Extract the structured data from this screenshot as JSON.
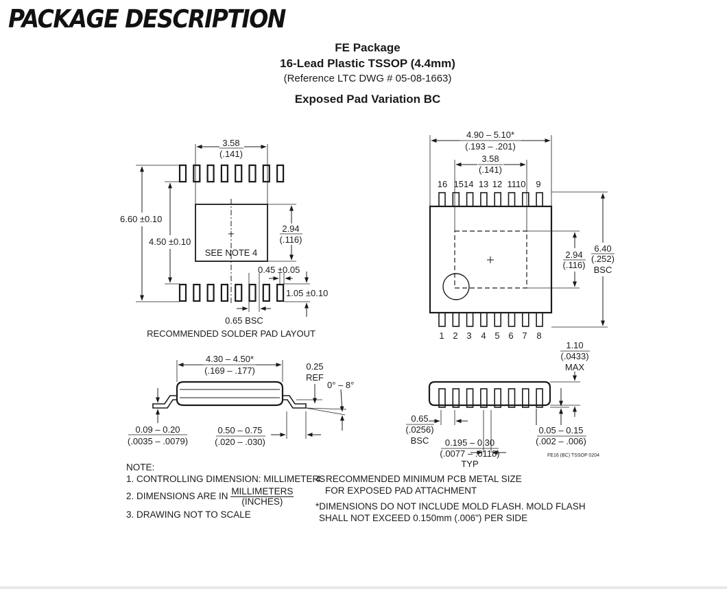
{
  "page_title": "PACKAGE DESCRIPTION",
  "header": {
    "package": "FE Package",
    "lead": "16-Lead Plastic TSSOP (4.4mm)",
    "reference": "(Reference LTC DWG # 05-08-1663)",
    "variation": "Exposed Pad Variation BC"
  },
  "solder_layout": {
    "caption": "RECOMMENDED SOLDER PAD LAYOUT",
    "dim_width_mm": "3.58",
    "dim_width_in": "(.141)",
    "dim_660": "6.60 ±0.10",
    "dim_450": "4.50 ±0.10",
    "dim_pad_mm": "2.94",
    "dim_pad_in": "(.116)",
    "see_note": "SEE NOTE 4",
    "dim_pad_width": "0.45 ±0.05",
    "dim_pad_length": "1.05 ±0.10",
    "dim_pitch": "0.65 BSC"
  },
  "top_view": {
    "dim_len_mm": "4.90 – 5.10*",
    "dim_len_in": "(.193 – .201)",
    "dim_pad_mm": "3.58",
    "dim_pad_in": "(.141)",
    "pin_top_labels": [
      "16",
      "1514",
      "13",
      "12",
      "1110",
      "9"
    ],
    "pin_bottom_labels": [
      "1",
      "2",
      "3",
      "4",
      "5",
      "6",
      "7",
      "8"
    ],
    "dim_epad_mm": "2.94",
    "dim_epad_in": "(.116)",
    "dim_width_mm": "6.40",
    "dim_width_in": "(.252)",
    "dim_width_bsc": "BSC"
  },
  "side_view": {
    "dim_body_mm": "4.30 – 4.50*",
    "dim_body_in": "(.169 – .177)",
    "ref_val": "0.25",
    "ref_label": "REF",
    "angle": "0° – 8°",
    "lead_thk_mm": "0.09 – 0.20",
    "lead_thk_in": "(.0035 – .0079)",
    "foot_mm": "0.50 – 0.75",
    "foot_in": "(.020 – .030)"
  },
  "end_view": {
    "height_mm": "1.10",
    "height_in": "(.0433)",
    "height_max": "MAX",
    "pitch_mm": "0.65",
    "pitch_in": "(.0256)",
    "pitch_bsc": "BSC",
    "lead_w_mm": "0.195 – 0.30",
    "lead_w_in": "(.0077 – .0118)",
    "lead_w_typ": "TYP",
    "standoff_mm": "0.05 – 0.15",
    "standoff_in": "(.002 – .006)",
    "drawing_id": "FE16 (BC) TSSOP 0204"
  },
  "notes": {
    "title": "NOTE:",
    "n1": "1. CONTROLLING DIMENSION: MILLIMETERS",
    "n2_prefix": "2. DIMENSIONS ARE IN",
    "n2_num": "MILLIMETERS",
    "n2_den": "(INCHES)",
    "n3": "3. DRAWING NOT TO SCALE",
    "n4_line1": "4. RECOMMENDED MINIMUM PCB METAL SIZE",
    "n4_line2": "FOR EXPOSED PAD ATTACHMENT",
    "star_line1": "*DIMENSIONS DO NOT INCLUDE MOLD FLASH. MOLD FLASH",
    "star_line2": "SHALL NOT EXCEED 0.150mm (.006\") PER SIDE"
  }
}
